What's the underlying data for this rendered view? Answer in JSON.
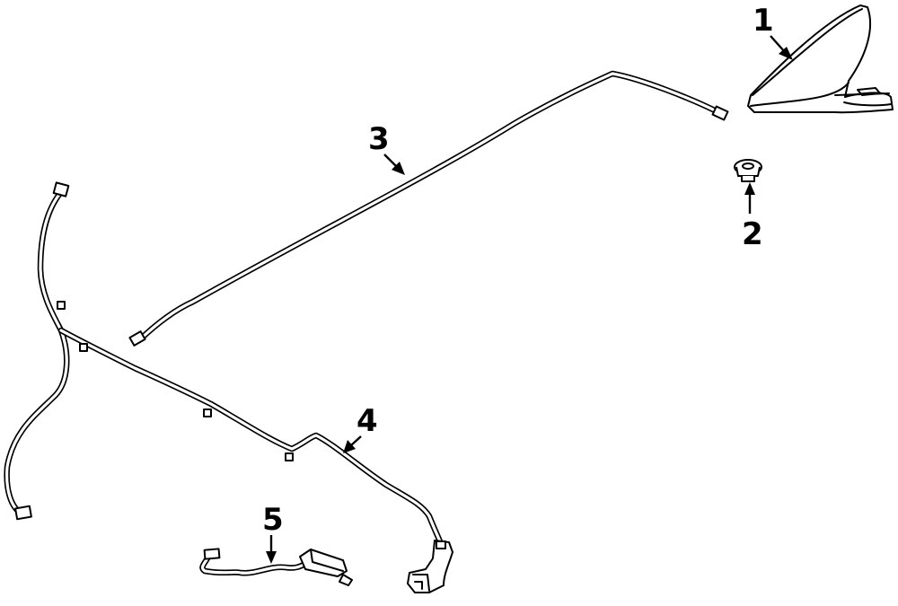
{
  "callouts": {
    "part1": "1",
    "part2": "2",
    "part3": "3",
    "part4": "4",
    "part5": "5"
  }
}
